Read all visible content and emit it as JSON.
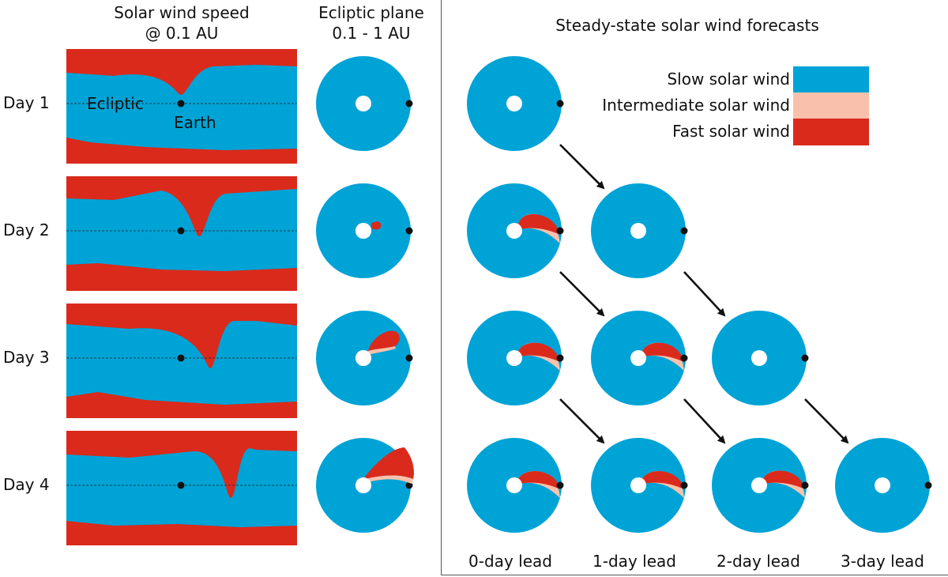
{
  "headers": {
    "col1_line1": "Solar wind speed",
    "col1_line2": "@ 0.1 AU",
    "col2_line1": "Ecliptic plane",
    "col2_line2": "0.1 - 1 AU",
    "forecasts_title": "Steady-state solar wind forecasts"
  },
  "rows": [
    {
      "label": "Day 1"
    },
    {
      "label": "Day 2"
    },
    {
      "label": "Day 3"
    },
    {
      "label": "Day 4"
    }
  ],
  "map_labels": {
    "ecliptic": "Ecliptic",
    "earth": "Earth"
  },
  "legend": [
    {
      "label": "Slow solar wind",
      "color": "#00A3D6"
    },
    {
      "label": "Intermediate solar wind",
      "color": "#F9C1AB"
    },
    {
      "label": "Fast solar wind",
      "color": "#DA2A1C"
    }
  ],
  "lead_labels": [
    "0-day lead",
    "1-day lead",
    "2-day lead",
    "3-day lead"
  ],
  "colors": {
    "slow": "#00A3D6",
    "intermediate": "#F9C1AB",
    "fast": "#DA2A1C",
    "earth": "#111111",
    "arrow": "#111111"
  }
}
